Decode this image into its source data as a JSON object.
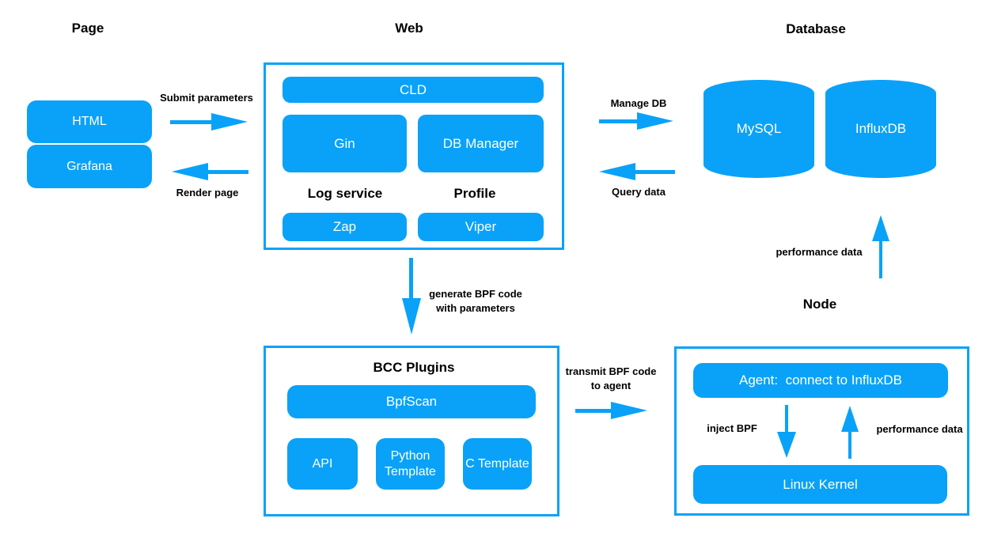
{
  "colors": {
    "accent": "#09a2f8",
    "box_text": "#ffffff",
    "label_text": "#000000"
  },
  "headings": {
    "page": "Page",
    "web": "Web",
    "database": "Database",
    "node": "Node"
  },
  "page_section": {
    "html": "HTML",
    "grafana": "Grafana"
  },
  "web_section": {
    "cld": "CLD",
    "gin": "Gin",
    "db_manager": "DB Manager",
    "log_service": "Log service",
    "profile": "Profile",
    "zap": "Zap",
    "viper": "Viper"
  },
  "database_section": {
    "mysql": "MySQL",
    "influxdb": "InfluxDB"
  },
  "bcc_section": {
    "title": "BCC Plugins",
    "bpfscan": "BpfScan",
    "api": "API",
    "python_template": "Python Template",
    "c_template": "C Template"
  },
  "node_section": {
    "agent": "Agent:  connect to InfluxDB",
    "linux_kernel": "Linux Kernel",
    "inject_label": "inject BPF",
    "performance_label": "performance data"
  },
  "arrow_labels": {
    "submit_parameters": "Submit parameters",
    "render_page": "Render page",
    "manage_db": "Manage DB",
    "query_data": "Query data",
    "generate_line1": "generate BPF code",
    "generate_line2": "with parameters",
    "transmit_line1": "transmit BPF code",
    "transmit_line2": "to agent",
    "performance_data": "performance data"
  }
}
